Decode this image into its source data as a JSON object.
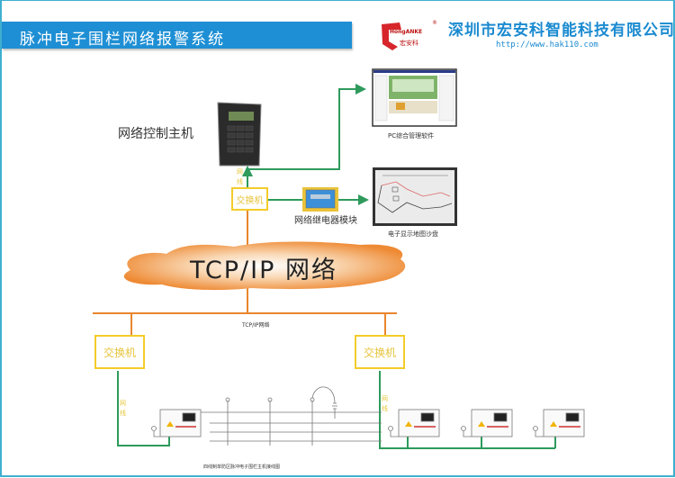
{
  "header": {
    "title": "脉冲电子围栏网络报警系统",
    "logo_text_en": "HongANKE",
    "logo_text_cn": "宏安科",
    "logo_mark": "®",
    "company_name": "深圳市宏安科智能科技有限公司",
    "company_url": "http://www.hak110.com"
  },
  "diagram": {
    "host_label": "网络控制主机",
    "pc_software_label": "PC综合管理软件",
    "map_display_label": "电子显示地图沙盘",
    "relay_module_label": "网络继电器模块",
    "top_switch_label": "交换机",
    "network_cloud_label": "TCP/IP 网络",
    "bus_label": "TCP/IP网络",
    "left_switch_label": "交换机",
    "right_switch_label": "交换机",
    "wire_label": "网线",
    "fence_caption": "四线制单防区脉冲电子围栏主机接线图"
  },
  "colors": {
    "title_bar": "#1e8fd4",
    "brand_blue": "#1a8ad0",
    "switch_border": "#f3cc2a",
    "network_line": "#e8862e",
    "data_line": "#2e9a5c"
  }
}
